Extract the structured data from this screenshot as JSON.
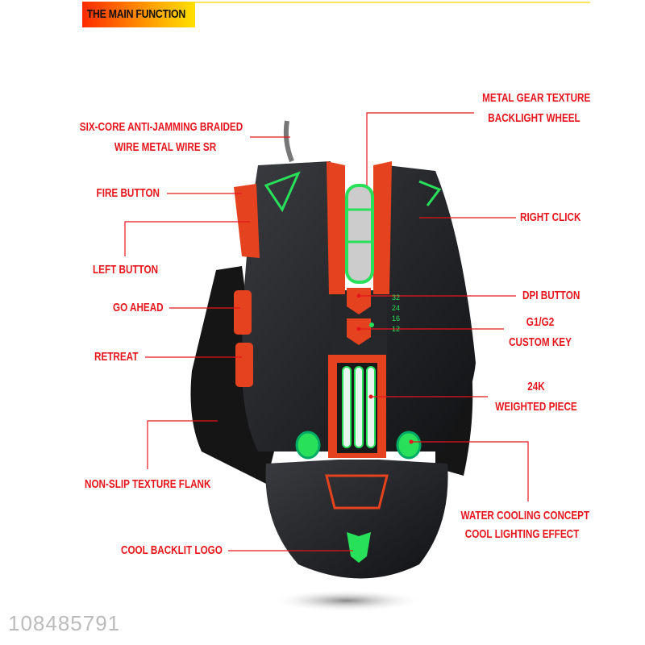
{
  "header": {
    "title": "THE MAIN FUNCTION"
  },
  "callouts": {
    "metal_gear_1": "METAL GEAR TEXTURE",
    "metal_gear_2": "BACKLIGHT WHEEL",
    "wire_1": "SIX-CORE ANTI-JAMMING BRAIDED",
    "wire_2": "WIRE METAL WIRE SR",
    "fire": "FIRE BUTTON",
    "right_click": "RIGHT CLICK",
    "left_button": "LEFT BUTTON",
    "dpi": "DPI BUTTON",
    "go_ahead": "GO AHEAD",
    "g1g2_1": "G1/G2",
    "g1g2_2": "CUSTOM KEY",
    "retreat": "RETREAT",
    "weight_1": "24K",
    "weight_2": "WEIGHTED PIECE",
    "flank": "NON-SLIP TEXTURE FLANK",
    "cooling_1": "WATER COOLING CONCEPT",
    "cooling_2": "COOL LIGHTING EFFECT",
    "logo": "COOL BACKLIT LOGO"
  },
  "dpi_levels": [
    "32",
    "24",
    "16",
    "12"
  ],
  "watermark": "108485791",
  "colors": {
    "accent": "#e8141c",
    "glow": "#29e05a",
    "body": "#1c1d20",
    "orange": "#e5431f"
  }
}
